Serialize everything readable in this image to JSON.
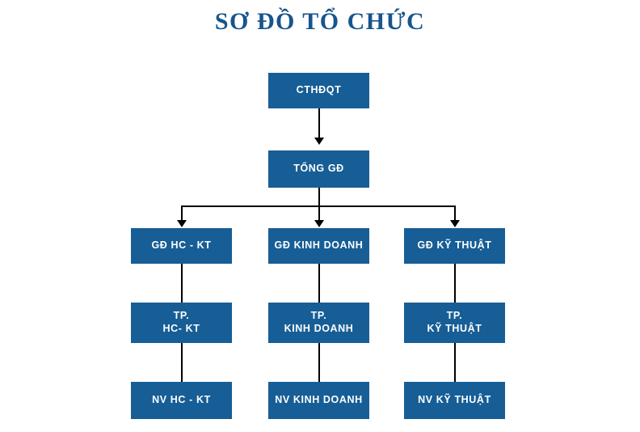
{
  "diagram": {
    "title": "SƠ ĐỒ TỔ CHỨC",
    "title_color": "#17558c",
    "node_color": "#175e96",
    "node_text_color": "#ffffff",
    "connector_color": "#000000",
    "background": "#ffffff",
    "type": "org-chart",
    "nodes": [
      {
        "id": "cthdqt",
        "label": "CTHĐQT",
        "level": 0
      },
      {
        "id": "tong-gd",
        "label": "TỔNG GĐ",
        "level": 1
      },
      {
        "id": "gd-hc-kt",
        "label": "GĐ HC - KT",
        "level": 2
      },
      {
        "id": "gd-kinh-doanh",
        "label": "GĐ KINH DOANH",
        "level": 2
      },
      {
        "id": "gd-ky-thuat",
        "label": "GĐ KỸ THUẬT",
        "level": 2
      },
      {
        "id": "tp-hc-kt",
        "label": "TP.\nHC- KT",
        "level": 3
      },
      {
        "id": "tp-kinh-doanh",
        "label": "TP.\nKINH DOANH",
        "level": 3
      },
      {
        "id": "tp-ky-thuat",
        "label": "TP.\nKỸ THUẬT",
        "level": 3
      },
      {
        "id": "nv-hc-kt",
        "label": "NV HC - KT",
        "level": 4
      },
      {
        "id": "nv-kinh-doanh",
        "label": "NV KINH DOANH",
        "level": 4
      },
      {
        "id": "nv-ky-thuat",
        "label": "NV KỸ THUẬT",
        "level": 4
      }
    ],
    "edges": [
      {
        "from": "cthdqt",
        "to": "tong-gd"
      },
      {
        "from": "tong-gd",
        "to": "gd-hc-kt"
      },
      {
        "from": "tong-gd",
        "to": "gd-kinh-doanh"
      },
      {
        "from": "tong-gd",
        "to": "gd-ky-thuat"
      },
      {
        "from": "gd-hc-kt",
        "to": "tp-hc-kt"
      },
      {
        "from": "gd-kinh-doanh",
        "to": "tp-kinh-doanh"
      },
      {
        "from": "gd-ky-thuat",
        "to": "tp-ky-thuat"
      },
      {
        "from": "tp-hc-kt",
        "to": "nv-hc-kt"
      },
      {
        "from": "tp-kinh-doanh",
        "to": "nv-kinh-doanh"
      },
      {
        "from": "tp-ky-thuat",
        "to": "nv-ky-thuat"
      }
    ]
  }
}
